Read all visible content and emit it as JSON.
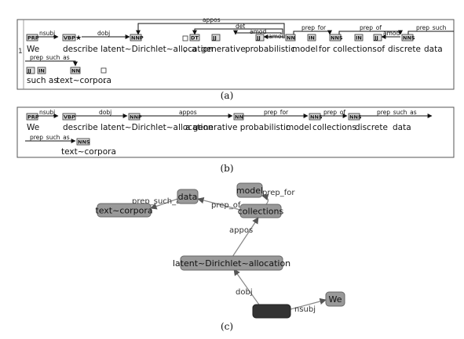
{
  "panel_a": {
    "row_numbers": [
      "1"
    ],
    "tokens_line1": [
      "We",
      "describe latent~Dirichlet~allocation",
      ",",
      "a",
      "generative",
      "probabilistic",
      "model",
      "for",
      "collections",
      "of",
      "discrete",
      "data"
    ],
    "tags_line1": [
      "PRP",
      "VBP",
      "NNP",
      "DT",
      "JJ",
      "JJ",
      "NN",
      "IN",
      "NNS",
      "IN",
      "JJ",
      "NNS"
    ],
    "tokens_line2": [
      "such as",
      "text~corpora",
      "."
    ],
    "tags_line2": [
      "JJ",
      "IN",
      "NN"
    ],
    "arc_labels": [
      "nsubj",
      "dobj",
      "appos",
      "det",
      "amod",
      "amod",
      "prep_for",
      "prep_of",
      "amod",
      "prep_such",
      "prep_such_as"
    ],
    "caption": "(a)"
  },
  "panel_b": {
    "tokens_line1": [
      "We",
      "describe latent~Dirichlet~allocation",
      "a generative probabilistic",
      "model",
      "collections",
      "discrete",
      "data"
    ],
    "tags_line1": [
      "PRP",
      "VBP",
      "NNP",
      "NN",
      "NNS",
      "NNS"
    ],
    "token_line2": "text~corpora",
    "tag_line2": "NNS",
    "arc_labels": [
      "nsubj",
      "dobj",
      "appos",
      "prep_for",
      "prep_of",
      "prep_such_as",
      "prep_such_as"
    ],
    "caption": "(b)"
  },
  "panel_c": {
    "nodes": [
      "data",
      "model",
      "collections",
      "text~corpora",
      "latent~Dirichlet~allocation",
      "We"
    ],
    "edge_labels": [
      "prep_such_as",
      "prep_of",
      "prep_for",
      "appos",
      "dobj",
      "nsubj"
    ],
    "caption": "(c)"
  }
}
